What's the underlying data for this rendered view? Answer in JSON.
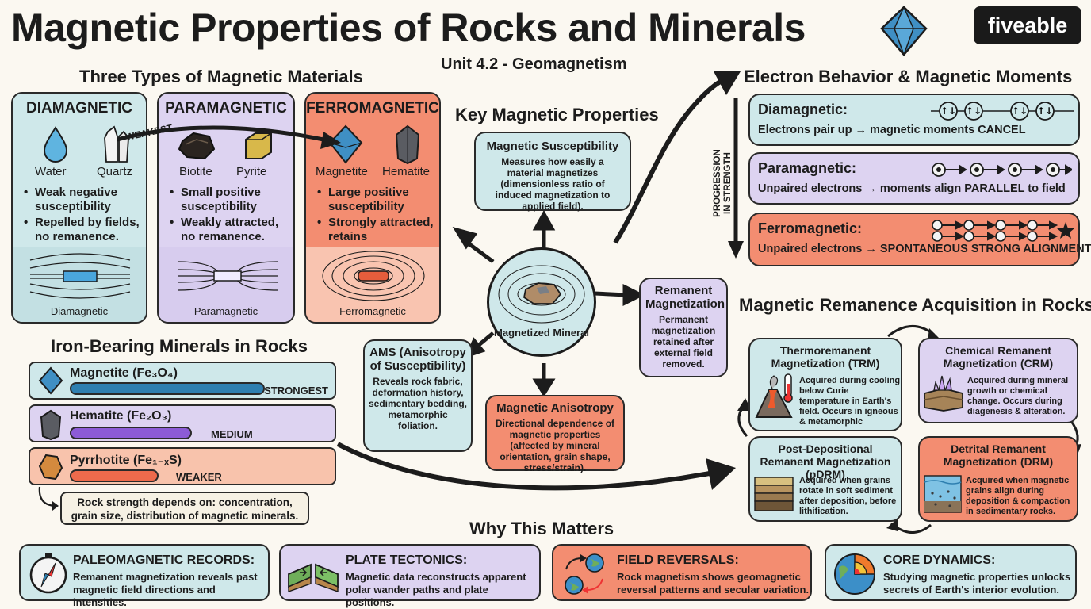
{
  "header": {
    "title": "Magnetic Properties of Rocks and Minerals",
    "subtitle": "Unit 4.2 - Geomagnetism",
    "logo": "fiveable"
  },
  "three_types": {
    "heading": "Three Types of Magnetic Materials",
    "weakest_label": "WEAKEST",
    "materials": [
      {
        "name": "DIAMAGNETIC",
        "samples": [
          "Water",
          "Quartz"
        ],
        "bullets": [
          "Weak negative susceptibility",
          "Repelled by fields, no remanence."
        ],
        "diagram_label": "Diamagnetic"
      },
      {
        "name": "PARAMAGNETIC",
        "samples": [
          "Biotite",
          "Pyrite"
        ],
        "bullets": [
          "Small positive susceptibility",
          "Weakly attracted, no remanence."
        ],
        "diagram_label": "Paramagnetic"
      },
      {
        "name": "FERROMAGNETIC",
        "samples": [
          "Magnetite",
          "Hematite"
        ],
        "bullets": [
          "Large positive susceptibility",
          "Strongly attracted, retains remanence."
        ],
        "diagram_label": "Ferromagnetic"
      }
    ]
  },
  "key_properties": {
    "heading": "Key Magnetic Properties",
    "center_label": "Magnetized Mineral",
    "susceptibility": {
      "title": "Magnetic Susceptibility",
      "desc": "Measures how easily a material magnetizes (dimensionless ratio of induced magnetization to applied field)."
    },
    "remanent": {
      "title": "Remanent Magnetization",
      "desc": "Permanent magnetization retained after external field removed."
    },
    "ams": {
      "title": "AMS (Anisotropy of Susceptibility)",
      "desc": "Reveals rock fabric, deformation history, sedimentary bedding, metamorphic foliation."
    },
    "anisotropy": {
      "title": "Magnetic Anisotropy",
      "desc": "Directional dependence of magnetic properties (affected by mineral orientation, grain shape, stress/strain)."
    }
  },
  "electron": {
    "heading": "Electron Behavior & Magnetic Moments",
    "progression_label": "PROGRESSION IN STRENGTH",
    "items": [
      {
        "title": "Diamagnetic:",
        "desc": "Electrons pair up → magnetic moments CANCEL"
      },
      {
        "title": "Paramagnetic:",
        "desc": "Unpaired electrons → moments align PARALLEL to field"
      },
      {
        "title": "Ferromagnetic:",
        "desc": "Unpaired electrons → SPONTANEOUS STRONG ALIGNMENT"
      }
    ]
  },
  "iron_minerals": {
    "heading": "Iron-Bearing Minerals in Rocks",
    "items": [
      {
        "name": "Magnetite (Fe₃O₄)",
        "level": "STRONGEST",
        "strength": 0.88
      },
      {
        "name": "Hematite (Fe₂O₃)",
        "level": "MEDIUM",
        "strength": 0.55
      },
      {
        "name": "Pyrrhotite (Fe₁₋ₓS)",
        "level": "WEAKER",
        "strength": 0.4
      }
    ],
    "note": "Rock strength depends on: concentration, grain size, distribution of magnetic minerals."
  },
  "remanence": {
    "heading": "Magnetic Remanence Acquisition in Rocks",
    "items": [
      {
        "title": "Thermoremanent Magnetization (TRM)",
        "desc": "Acquired during cooling below Curie temperature in Earth's field. Occurs in igneous & metamorphic"
      },
      {
        "title": "Chemical Remanent Magnetization (CRM)",
        "desc": "Acquired during mineral growth or chemical change. Occurs during diagenesis & alteration."
      },
      {
        "title": "Post-Depositional Remanent Magnetization (pDRM)",
        "desc": "Acquired when grains rotate in soft sediment after deposition, before lithification."
      },
      {
        "title": "Detrital Remanent Magnetization (DRM)",
        "desc": "Acquired when magnetic grains align during deposition & compaction in sedimentary rocks."
      }
    ]
  },
  "why": {
    "heading": "Why This Matters",
    "items": [
      {
        "title": "PALEOMAGNETIC RECORDS:",
        "desc": "Remanent magnetization reveals past magnetic field directions and intensities."
      },
      {
        "title": "PLATE TECTONICS:",
        "desc": "Magnetic data reconstructs apparent polar wander paths and plate positions."
      },
      {
        "title": "FIELD REVERSALS:",
        "desc": "Rock magnetism shows geomagnetic reversal patterns and secular variation."
      },
      {
        "title": "CORE DYNAMICS:",
        "desc": "Studying magnetic properties unlocks secrets of Earth's interior evolution."
      }
    ]
  },
  "colors": {
    "teal": "#cfe8ea",
    "lavender": "#ddd3f1",
    "salmon": "#f38d71",
    "dark": "#1c1c1c"
  }
}
